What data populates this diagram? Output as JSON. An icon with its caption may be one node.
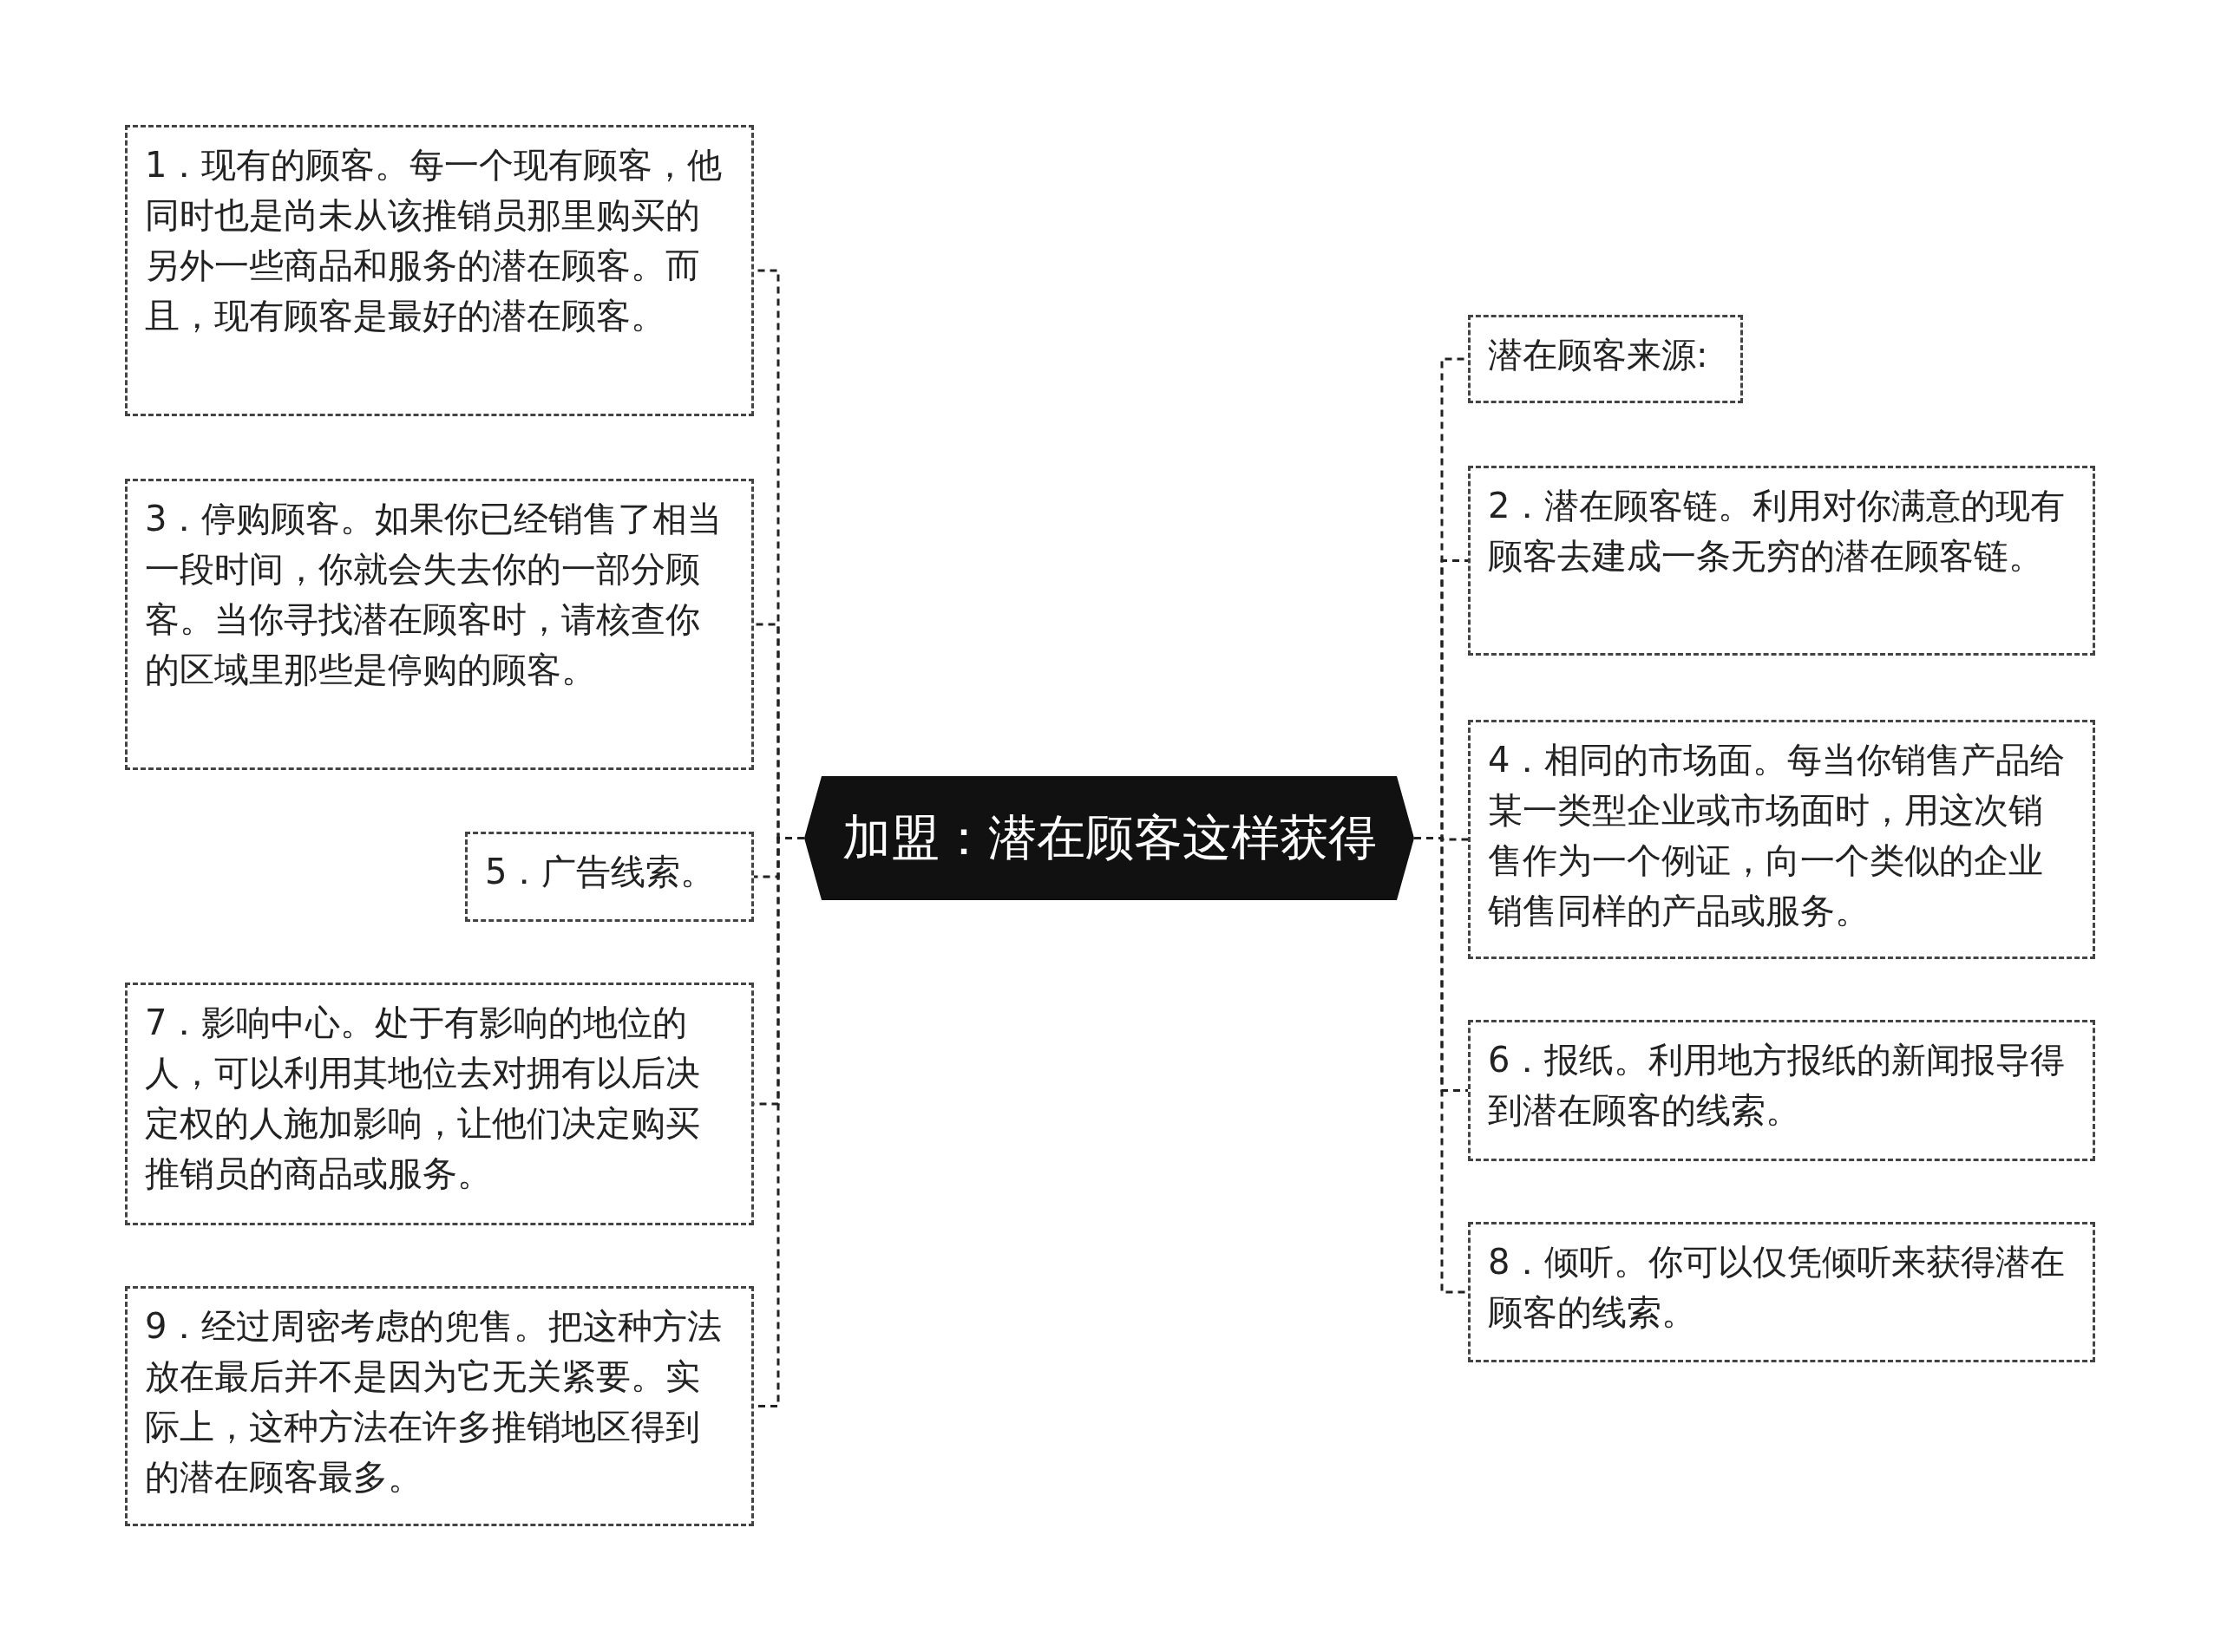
{
  "diagram": {
    "nodes": [
      {
        "text": [
          "加盟：潜在顾客这样获得"
        ]
      },
      {
        "text": [
          "1．现有的顾客。每一个现有顾客，他同时也是尚未从该推销员那里购买的另外一些商品和服务的潜在顾客。而且，现有顾客是最好的潜在顾客。"
        ]
      },
      {
        "text": [
          "3．停购顾客。如果你已经销售了相当一段时间，你就会失去你的一部分顾客。当你寻找潜在顾客时，请核查你的区域里那些是停购的顾客。"
        ]
      },
      {
        "text": [
          "5．广告线索。"
        ]
      },
      {
        "text": [
          "7．影响中心。处于有影响的地位的人，可以利用其地位去对拥有以后决定权的人施加影响，让他们决定购买推销员的商品或服务。"
        ]
      },
      {
        "text": [
          "9．经过周密考虑的兜售。把这种方法放在最后并不是因为它无关紧要。实际上，这种方法在许多推销地区得到的潜在顾客最多。"
        ]
      },
      {
        "text": [
          "潜在顾客来源:"
        ]
      },
      {
        "text": [
          "2．潜在顾客链。利用对你满意的现有顾客去建成一条无穷的潜在顾客链。"
        ]
      },
      {
        "text": [
          "4．相同的市场面。每当你销售产品给某一类型企业或市场面时，用这次销售作为一个例证，向一个类似的企业销售同样的产品或服务。"
        ]
      },
      {
        "text": [
          "6．报纸。利用地方报纸的新闻报导得到潜在顾客的线索。"
        ]
      },
      {
        "text": [
          "8．倾听。你可以仅凭倾听来获得潜在顾客的线索。"
        ]
      }
    ],
    "edges": [
      {
        "from": 0,
        "to": 1,
        "arrow": "none",
        "style": "dashed"
      },
      {
        "from": 0,
        "to": 2,
        "arrow": "none",
        "style": "dashed"
      },
      {
        "from": 0,
        "to": 3,
        "arrow": "none",
        "style": "dashed"
      },
      {
        "from": 0,
        "to": 4,
        "arrow": "none",
        "style": "dashed"
      },
      {
        "from": 0,
        "to": 5,
        "arrow": "none",
        "style": "dashed"
      },
      {
        "from": 0,
        "to": 6,
        "arrow": "none",
        "style": "dashed"
      },
      {
        "from": 0,
        "to": 7,
        "arrow": "none",
        "style": "dashed"
      },
      {
        "from": 0,
        "to": 8,
        "arrow": "none",
        "style": "dashed"
      },
      {
        "from": 0,
        "to": 9,
        "arrow": "none",
        "style": "dashed"
      },
      {
        "from": 0,
        "to": 10,
        "arrow": "none",
        "style": "dashed"
      }
    ]
  }
}
